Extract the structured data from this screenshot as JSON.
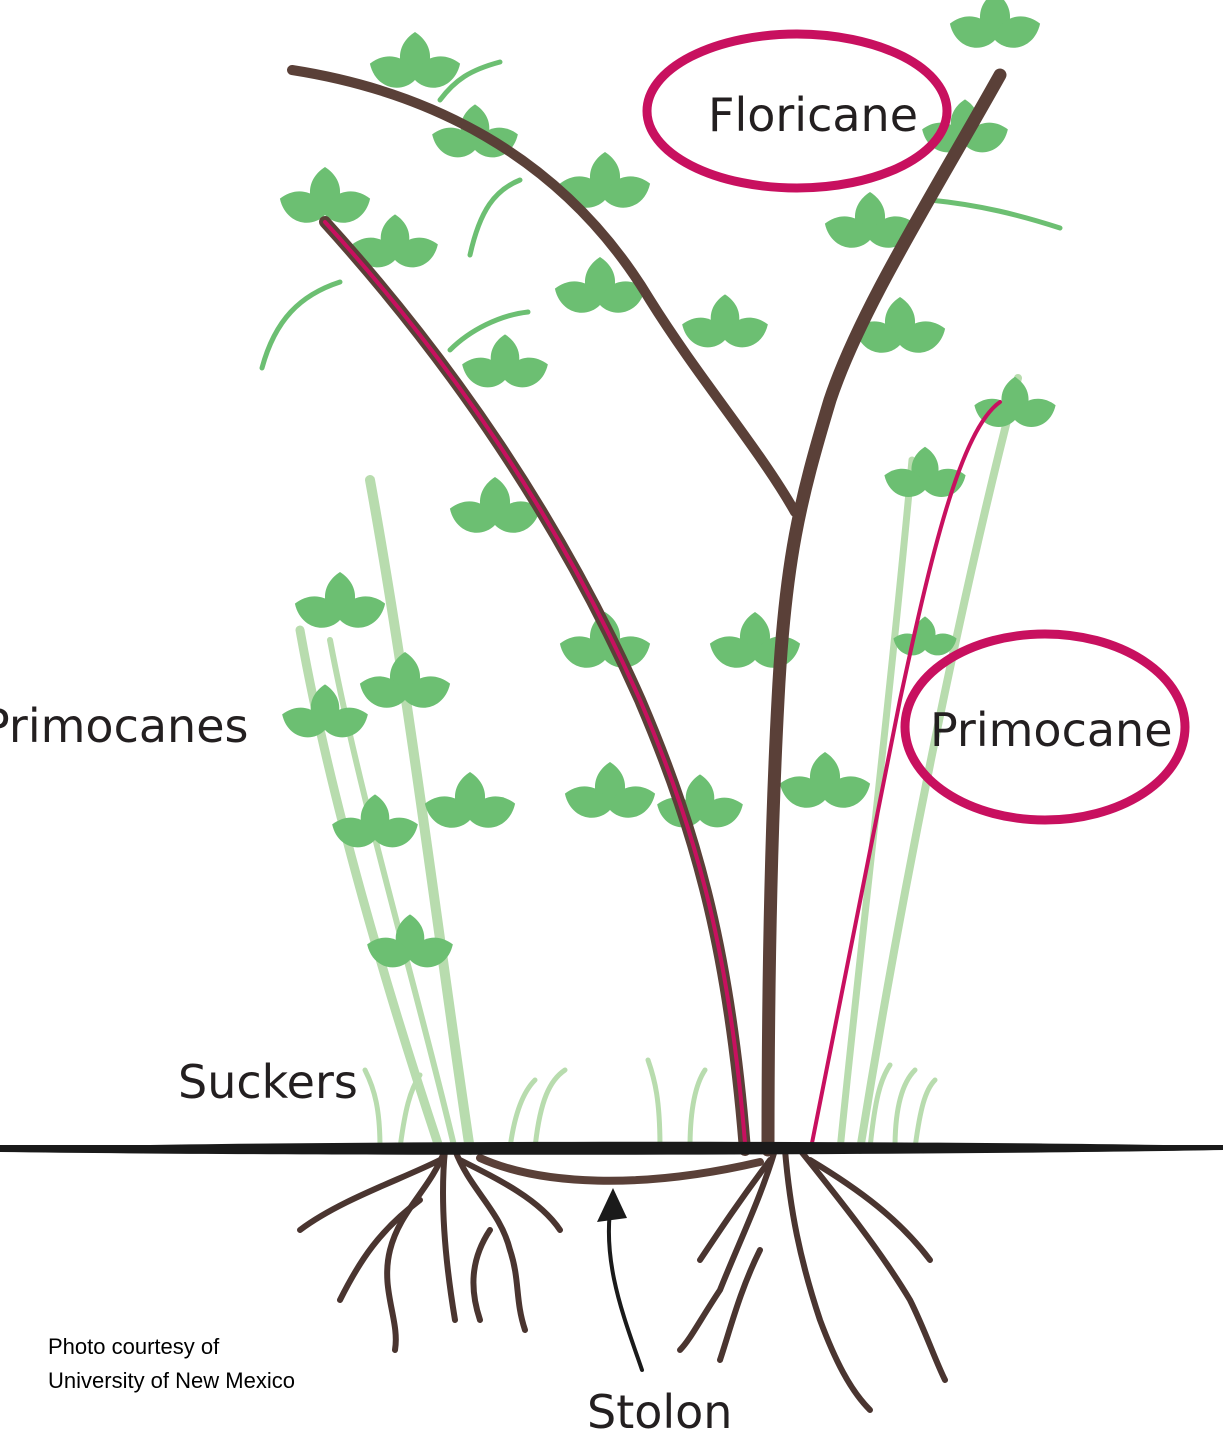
{
  "labels": {
    "floricane": "Floricane",
    "primocane": "Primocane",
    "primocanes": "Primocanes",
    "suckers": "Suckers",
    "stolon": "Stolon"
  },
  "credit": {
    "line1": "Photo courtesy of",
    "line2": "University of New Mexico"
  },
  "colors": {
    "cane_dark": "#5a4038",
    "leaf_green": "#6cbf72",
    "leaf_pale": "#b8dcae",
    "highlight_magenta": "#c8105f",
    "ground": "#1a1a1a",
    "roots": "#4a3530",
    "label_text": "#231f20"
  }
}
